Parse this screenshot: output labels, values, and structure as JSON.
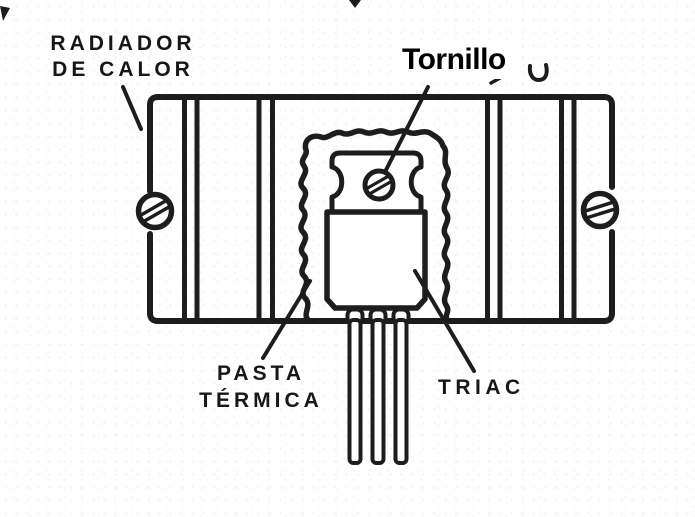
{
  "diagram": {
    "background_color": "#ffffff",
    "ink_color": "#1d1d1d",
    "labels": {
      "heatsink_line1": "RADIADOR",
      "heatsink_line2": "DE CALOR",
      "screw": "Tornillo",
      "paste_line1": "PASTA",
      "paste_line2": "TÉRMICA",
      "triac": "TRIAC"
    }
  }
}
